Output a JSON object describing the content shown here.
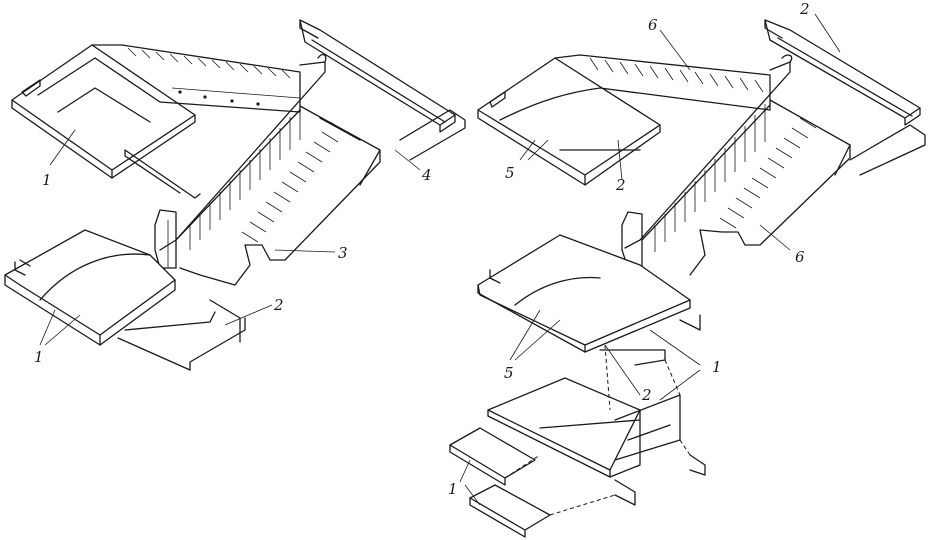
{
  "figure": {
    "left_assembly": {
      "labels": {
        "l1_top": "1",
        "l1_bottom": "1",
        "l2": "2",
        "l3": "3",
        "l4": "4"
      }
    },
    "right_assembly": {
      "labels": {
        "l2_top": "2",
        "l6_top": "6",
        "l5_upper": "5",
        "l2_upper": "2",
        "l6_right": "6",
        "l1_mid": "1",
        "l5_lower": "5",
        "l2_lower": "2",
        "l1_exploded": "1"
      }
    }
  }
}
